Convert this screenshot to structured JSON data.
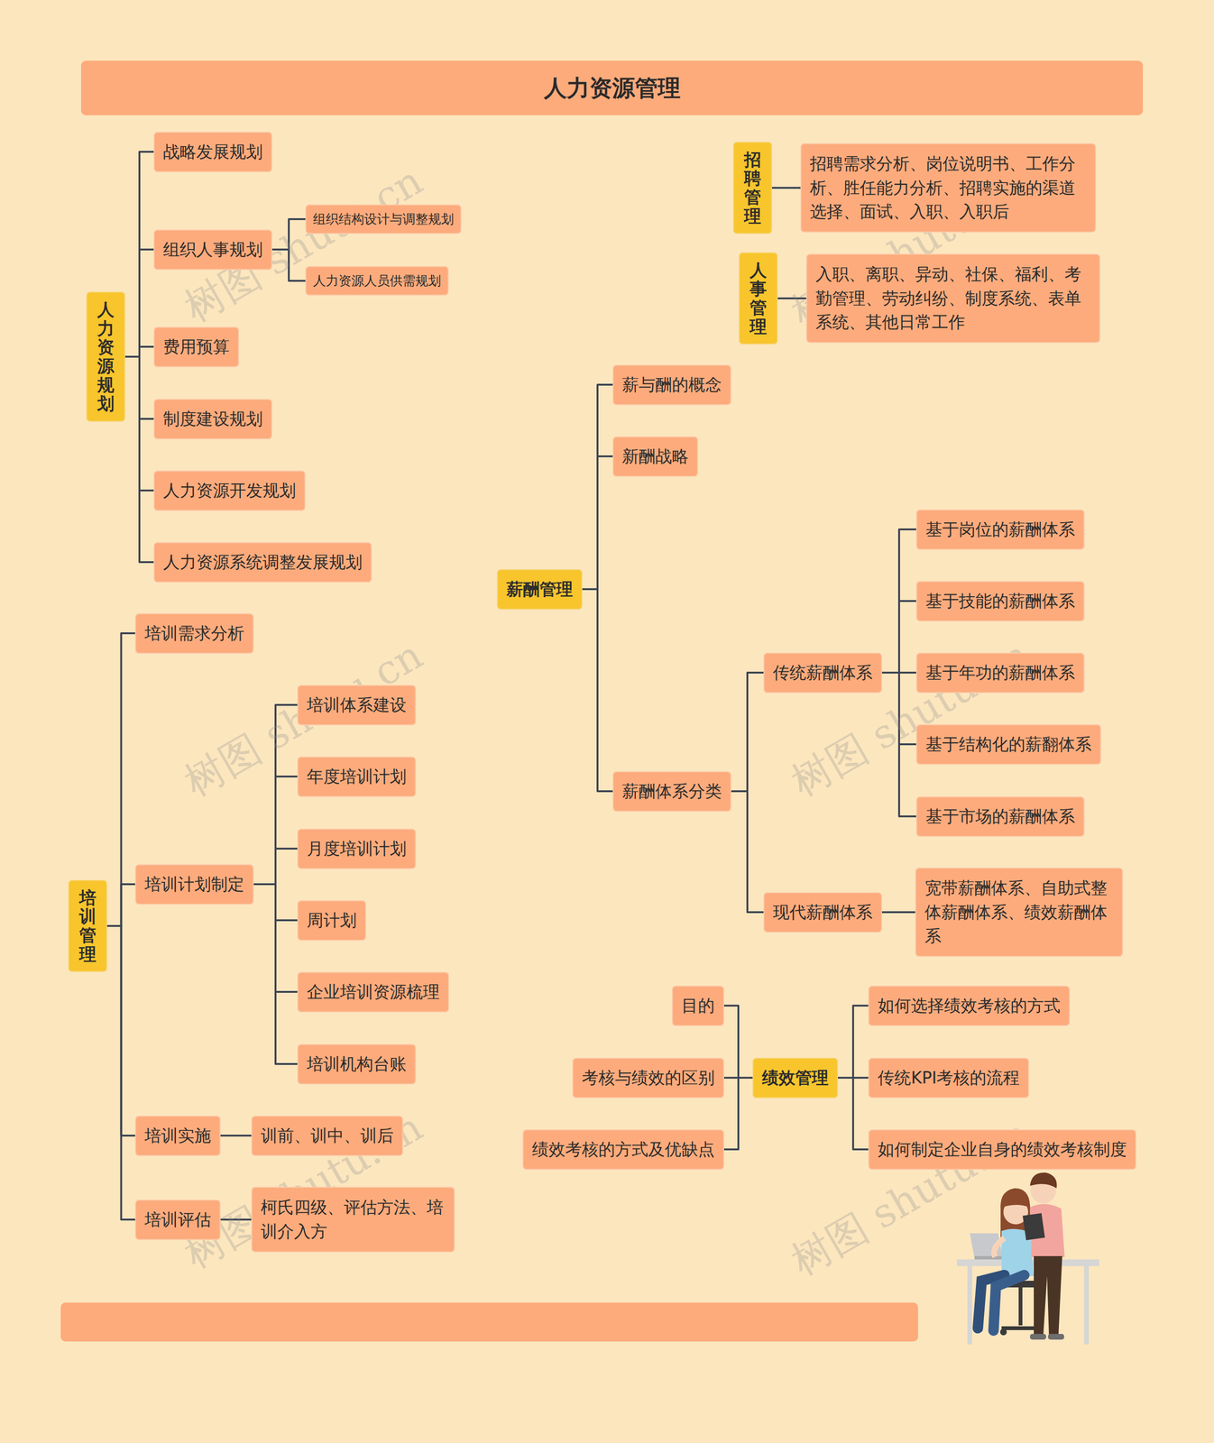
{
  "diagram": {
    "title": "人力资源管理",
    "nodes": [
      {
        "text": [
          "人力资源规划"
        ]
      },
      {
        "text": [
          "战略发展规划"
        ]
      },
      {
        "text": [
          "组织人事规划"
        ]
      },
      {
        "text": [
          "组织结构设计与调整规划"
        ]
      },
      {
        "text": [
          "人力资源人员供需规划"
        ]
      },
      {
        "text": [
          "费用预算"
        ]
      },
      {
        "text": [
          "制度建设规划"
        ]
      },
      {
        "text": [
          "人力资源开发规划"
        ]
      },
      {
        "text": [
          "人力资源系统调整发展规划"
        ]
      },
      {
        "text": [
          "招聘管理"
        ]
      },
      {
        "text": [
          "招聘需求分析、岗位说明书、工作分析、胜任能力分析、招聘实施的渠道选择、面试、入职、入职后"
        ]
      },
      {
        "text": [
          "人事管理"
        ]
      },
      {
        "text": [
          "入职、离职、异动、社保、福利、考勤管理、劳动纠纷、制度系统、表单系统、其他日常工作"
        ]
      },
      {
        "text": [
          "薪酬管理"
        ]
      },
      {
        "text": [
          "薪与酬的概念"
        ]
      },
      {
        "text": [
          "新酬战略"
        ]
      },
      {
        "text": [
          "薪酬体系分类"
        ]
      },
      {
        "text": [
          "传统薪酬体系"
        ]
      },
      {
        "text": [
          "基于岗位的薪酬体系"
        ]
      },
      {
        "text": [
          "基于技能的薪酬体系"
        ]
      },
      {
        "text": [
          "基于年功的薪酬体系"
        ]
      },
      {
        "text": [
          "基于结构化的薪翻体系"
        ]
      },
      {
        "text": [
          "基于市场的薪酬体系"
        ]
      },
      {
        "text": [
          "现代薪酬体系"
        ]
      },
      {
        "text": [
          "宽带薪酬体系、自助式整体薪酬体系、绩效薪酬体系"
        ]
      },
      {
        "text": [
          "培训管理"
        ]
      },
      {
        "text": [
          "培训需求分析"
        ]
      },
      {
        "text": [
          "培训计划制定"
        ]
      },
      {
        "text": [
          "培训体系建设"
        ]
      },
      {
        "text": [
          "年度培训计划"
        ]
      },
      {
        "text": [
          "月度培训计划"
        ]
      },
      {
        "text": [
          "周计划"
        ]
      },
      {
        "text": [
          "企业培训资源梳理"
        ]
      },
      {
        "text": [
          "培训机构台账"
        ]
      },
      {
        "text": [
          "培训实施"
        ]
      },
      {
        "text": [
          "训前、训中、训后"
        ]
      },
      {
        "text": [
          "培训评估"
        ]
      },
      {
        "text": [
          "柯氏四级、评估方法、培训介入方"
        ]
      },
      {
        "text": [
          "绩效管理"
        ]
      },
      {
        "text": [
          "目的"
        ]
      },
      {
        "text": [
          "考核与绩效的区别"
        ]
      },
      {
        "text": [
          "绩效考核的方式及优缺点"
        ]
      },
      {
        "text": [
          "如何选择绩效考核的方式"
        ]
      },
      {
        "text": [
          "传统KPI考核的流程"
        ]
      },
      {
        "text": [
          "如何制定企业自身的绩效考核制度"
        ]
      }
    ],
    "edges": [
      {
        "from": 0,
        "to": 1,
        "arrow": "none"
      },
      {
        "from": 0,
        "to": 2,
        "arrow": "none"
      },
      {
        "from": 2,
        "to": 3,
        "arrow": "none"
      },
      {
        "from": 2,
        "to": 4,
        "arrow": "none"
      },
      {
        "from": 0,
        "to": 5,
        "arrow": "none"
      },
      {
        "from": 0,
        "to": 6,
        "arrow": "none"
      },
      {
        "from": 0,
        "to": 7,
        "arrow": "none"
      },
      {
        "from": 0,
        "to": 8,
        "arrow": "none"
      },
      {
        "from": 9,
        "to": 10,
        "arrow": "none"
      },
      {
        "from": 11,
        "to": 12,
        "arrow": "none"
      },
      {
        "from": 13,
        "to": 14,
        "arrow": "none"
      },
      {
        "from": 13,
        "to": 15,
        "arrow": "none"
      },
      {
        "from": 13,
        "to": 16,
        "arrow": "none"
      },
      {
        "from": 16,
        "to": 17,
        "arrow": "none"
      },
      {
        "from": 17,
        "to": 18,
        "arrow": "none"
      },
      {
        "from": 17,
        "to": 19,
        "arrow": "none"
      },
      {
        "from": 17,
        "to": 20,
        "arrow": "none"
      },
      {
        "from": 17,
        "to": 21,
        "arrow": "none"
      },
      {
        "from": 17,
        "to": 22,
        "arrow": "none"
      },
      {
        "from": 16,
        "to": 23,
        "arrow": "none"
      },
      {
        "from": 23,
        "to": 24,
        "arrow": "none"
      },
      {
        "from": 25,
        "to": 26,
        "arrow": "none"
      },
      {
        "from": 25,
        "to": 27,
        "arrow": "none"
      },
      {
        "from": 27,
        "to": 28,
        "arrow": "none"
      },
      {
        "from": 27,
        "to": 29,
        "arrow": "none"
      },
      {
        "from": 27,
        "to": 30,
        "arrow": "none"
      },
      {
        "from": 27,
        "to": 31,
        "arrow": "none"
      },
      {
        "from": 27,
        "to": 32,
        "arrow": "none"
      },
      {
        "from": 27,
        "to": 33,
        "arrow": "none"
      },
      {
        "from": 25,
        "to": 34,
        "arrow": "none"
      },
      {
        "from": 34,
        "to": 35,
        "arrow": "none"
      },
      {
        "from": 25,
        "to": 36,
        "arrow": "none"
      },
      {
        "from": 36,
        "to": 37,
        "arrow": "none"
      },
      {
        "from": 38,
        "to": 39,
        "arrow": "none"
      },
      {
        "from": 38,
        "to": 40,
        "arrow": "none"
      },
      {
        "from": 38,
        "to": 41,
        "arrow": "none"
      },
      {
        "from": 38,
        "to": 42,
        "arrow": "none"
      },
      {
        "from": 38,
        "to": 43,
        "arrow": "none"
      },
      {
        "from": 38,
        "to": 44,
        "arrow": "none"
      }
    ],
    "labels": [
      "树图 shutu.cn",
      "树图 shutu.cn",
      "树图 shutu.cn",
      "树图 shutu.cn",
      "树图 shutu.cn",
      "树图 shutu.cn"
    ]
  }
}
